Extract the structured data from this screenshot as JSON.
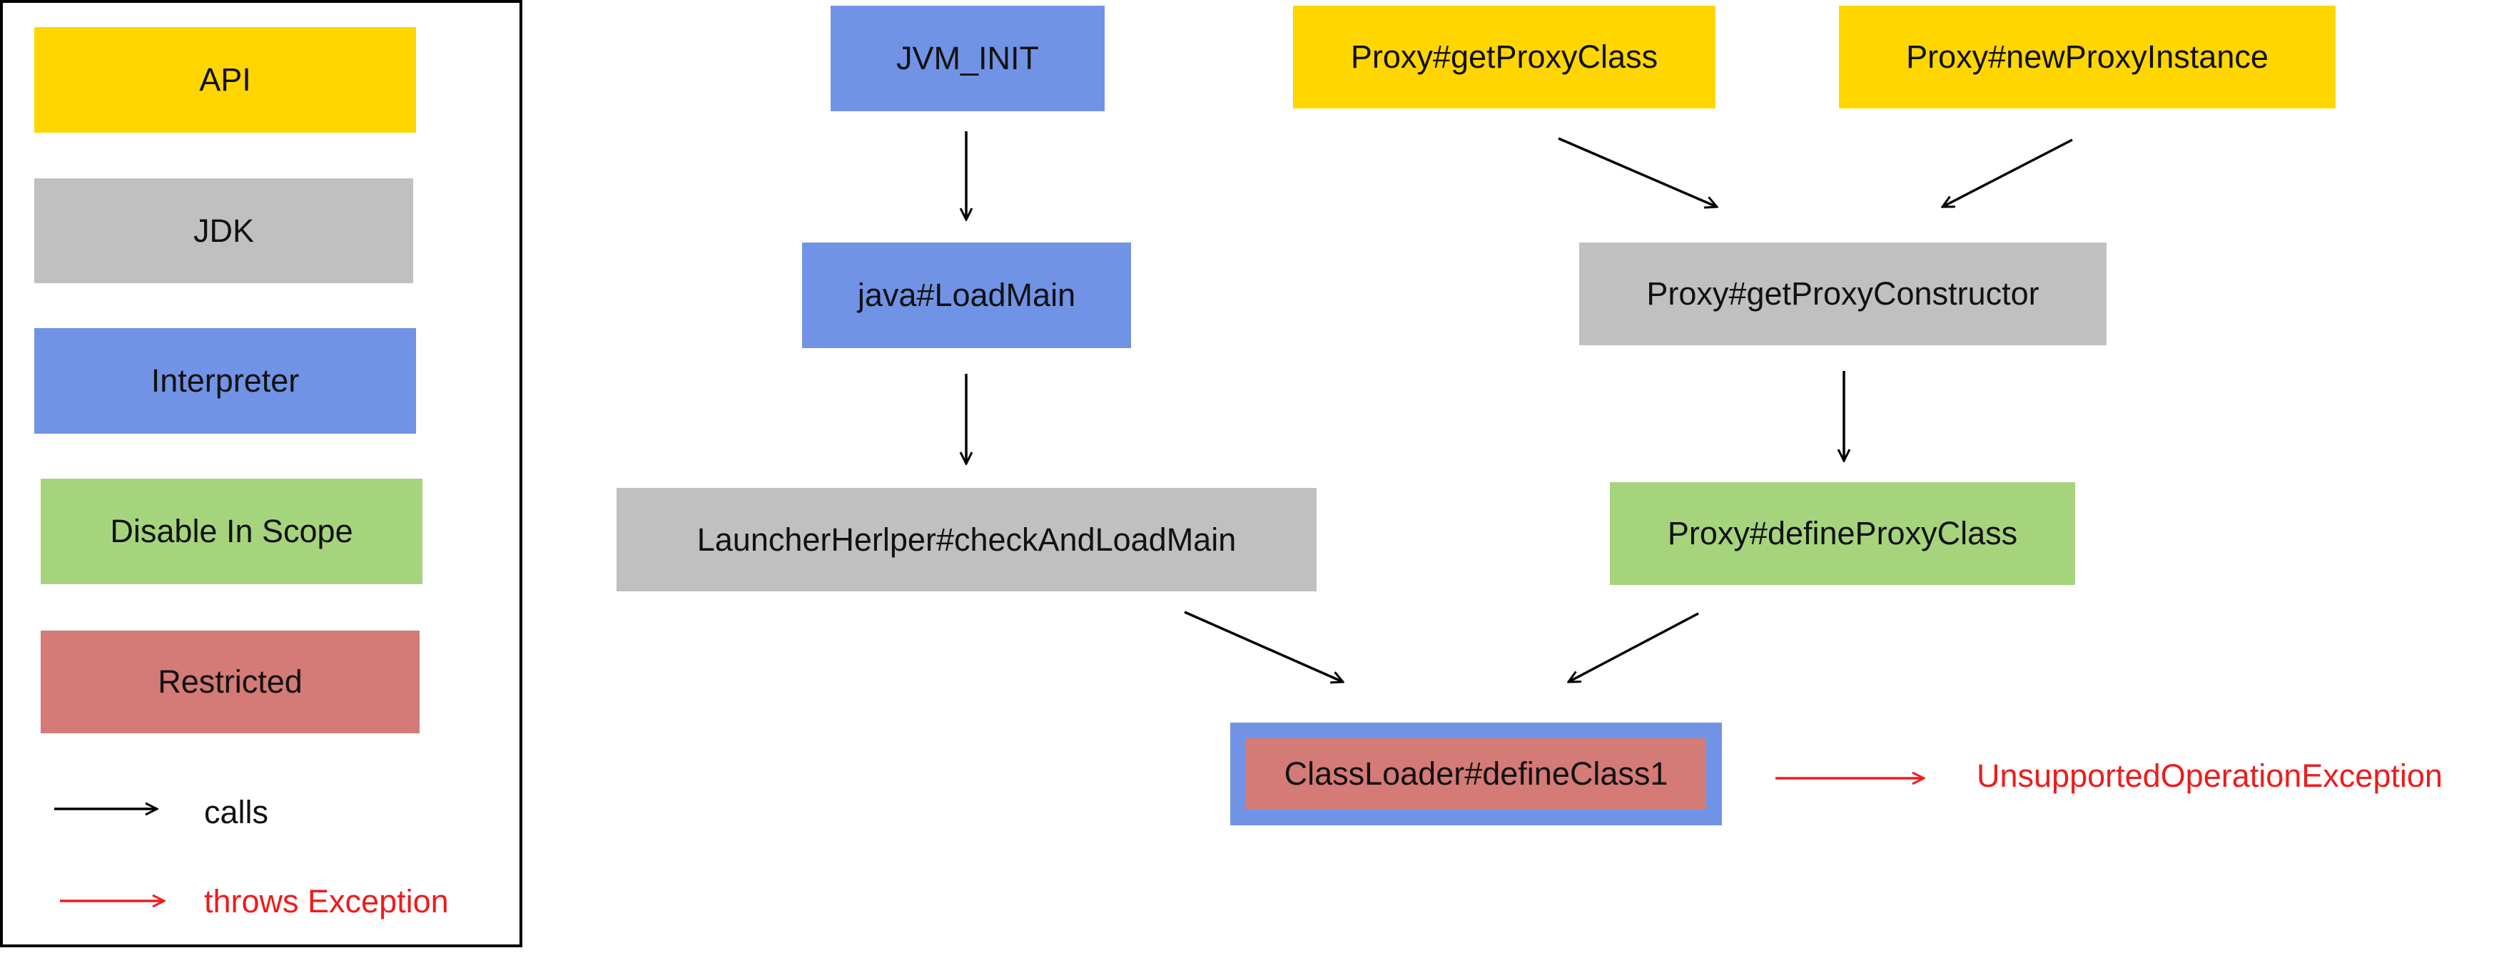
{
  "colors": {
    "api": "#FFD600",
    "jdk": "#C0C0C0",
    "interpreter": "#7193E6",
    "disable_in_scope": "#A6D47D",
    "restricted": "#D47A77",
    "calls_arrow": "#000000",
    "exception": "#EE1C1C"
  },
  "legend": {
    "api": "API",
    "jdk": "JDK",
    "interpreter": "Interpreter",
    "disable_in_scope": "Disable In Scope",
    "restricted": "Restricted",
    "calls": "calls",
    "throws": "throws Exception"
  },
  "nodes": {
    "jvm_init": {
      "label": "JVM_INIT",
      "category": "interpreter"
    },
    "load_main": {
      "label": "java#LoadMain",
      "category": "interpreter"
    },
    "check_and_load_main": {
      "label": "LauncherHerlper#checkAndLoadMain",
      "category": "jdk"
    },
    "get_proxy_class": {
      "label": "Proxy#getProxyClass",
      "category": "api"
    },
    "new_proxy_instance": {
      "label": "Proxy#newProxyInstance",
      "category": "api"
    },
    "get_proxy_constructor": {
      "label": "Proxy#getProxyConstructor",
      "category": "jdk"
    },
    "define_proxy_class": {
      "label": "Proxy#defineProxyClass",
      "category": "disable_in_scope"
    },
    "define_class1": {
      "label": "ClassLoader#defineClass1",
      "category": "restricted",
      "outer_category": "interpreter"
    }
  },
  "edges": [
    {
      "from": "jvm_init",
      "to": "load_main",
      "kind": "calls"
    },
    {
      "from": "load_main",
      "to": "check_and_load_main",
      "kind": "calls"
    },
    {
      "from": "get_proxy_class",
      "to": "get_proxy_constructor",
      "kind": "calls"
    },
    {
      "from": "new_proxy_instance",
      "to": "get_proxy_constructor",
      "kind": "calls"
    },
    {
      "from": "get_proxy_constructor",
      "to": "define_proxy_class",
      "kind": "calls"
    },
    {
      "from": "check_and_load_main",
      "to": "define_class1",
      "kind": "calls"
    },
    {
      "from": "define_proxy_class",
      "to": "define_class1",
      "kind": "calls"
    },
    {
      "from": "define_class1",
      "to": "unsupported_operation_exception",
      "kind": "throws"
    }
  ],
  "exception": {
    "label": "UnsupportedOperationException"
  }
}
